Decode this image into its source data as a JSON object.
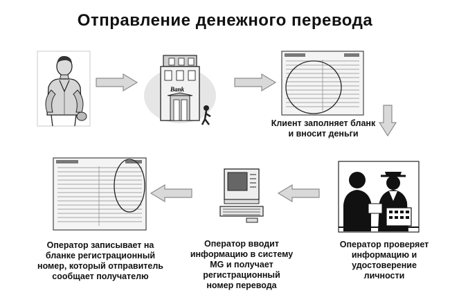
{
  "title": "Отправление денежного перевода",
  "bank_sign": "Bank",
  "colors": {
    "arrow_fill": "#d9d9d9",
    "arrow_stroke": "#8c8c8c",
    "ink": "#111111"
  },
  "steps": [
    {
      "id": "client",
      "icon": "man-icon",
      "caption": []
    },
    {
      "id": "bank",
      "icon": "bank-building-icon",
      "caption": []
    },
    {
      "id": "form",
      "icon": "form-document-icon",
      "caption": [
        "Клиент заполняет бланк",
        "и вносит деньги"
      ]
    },
    {
      "id": "identity",
      "icon": "operator-meeting-icon",
      "caption": [
        "Оператор проверяет",
        "информацию и",
        "удостоверение",
        "личности"
      ]
    },
    {
      "id": "system",
      "icon": "computer-icon",
      "caption": [
        "Оператор вводит",
        "информацию в систему",
        "MG и получает",
        "регистрационный",
        "номер перевода"
      ]
    },
    {
      "id": "record",
      "icon": "form-document-icon",
      "caption": [
        "Оператор записывает на",
        "бланке регистрационный",
        "номер, который отправитель",
        "сообщает получателю"
      ]
    }
  ]
}
